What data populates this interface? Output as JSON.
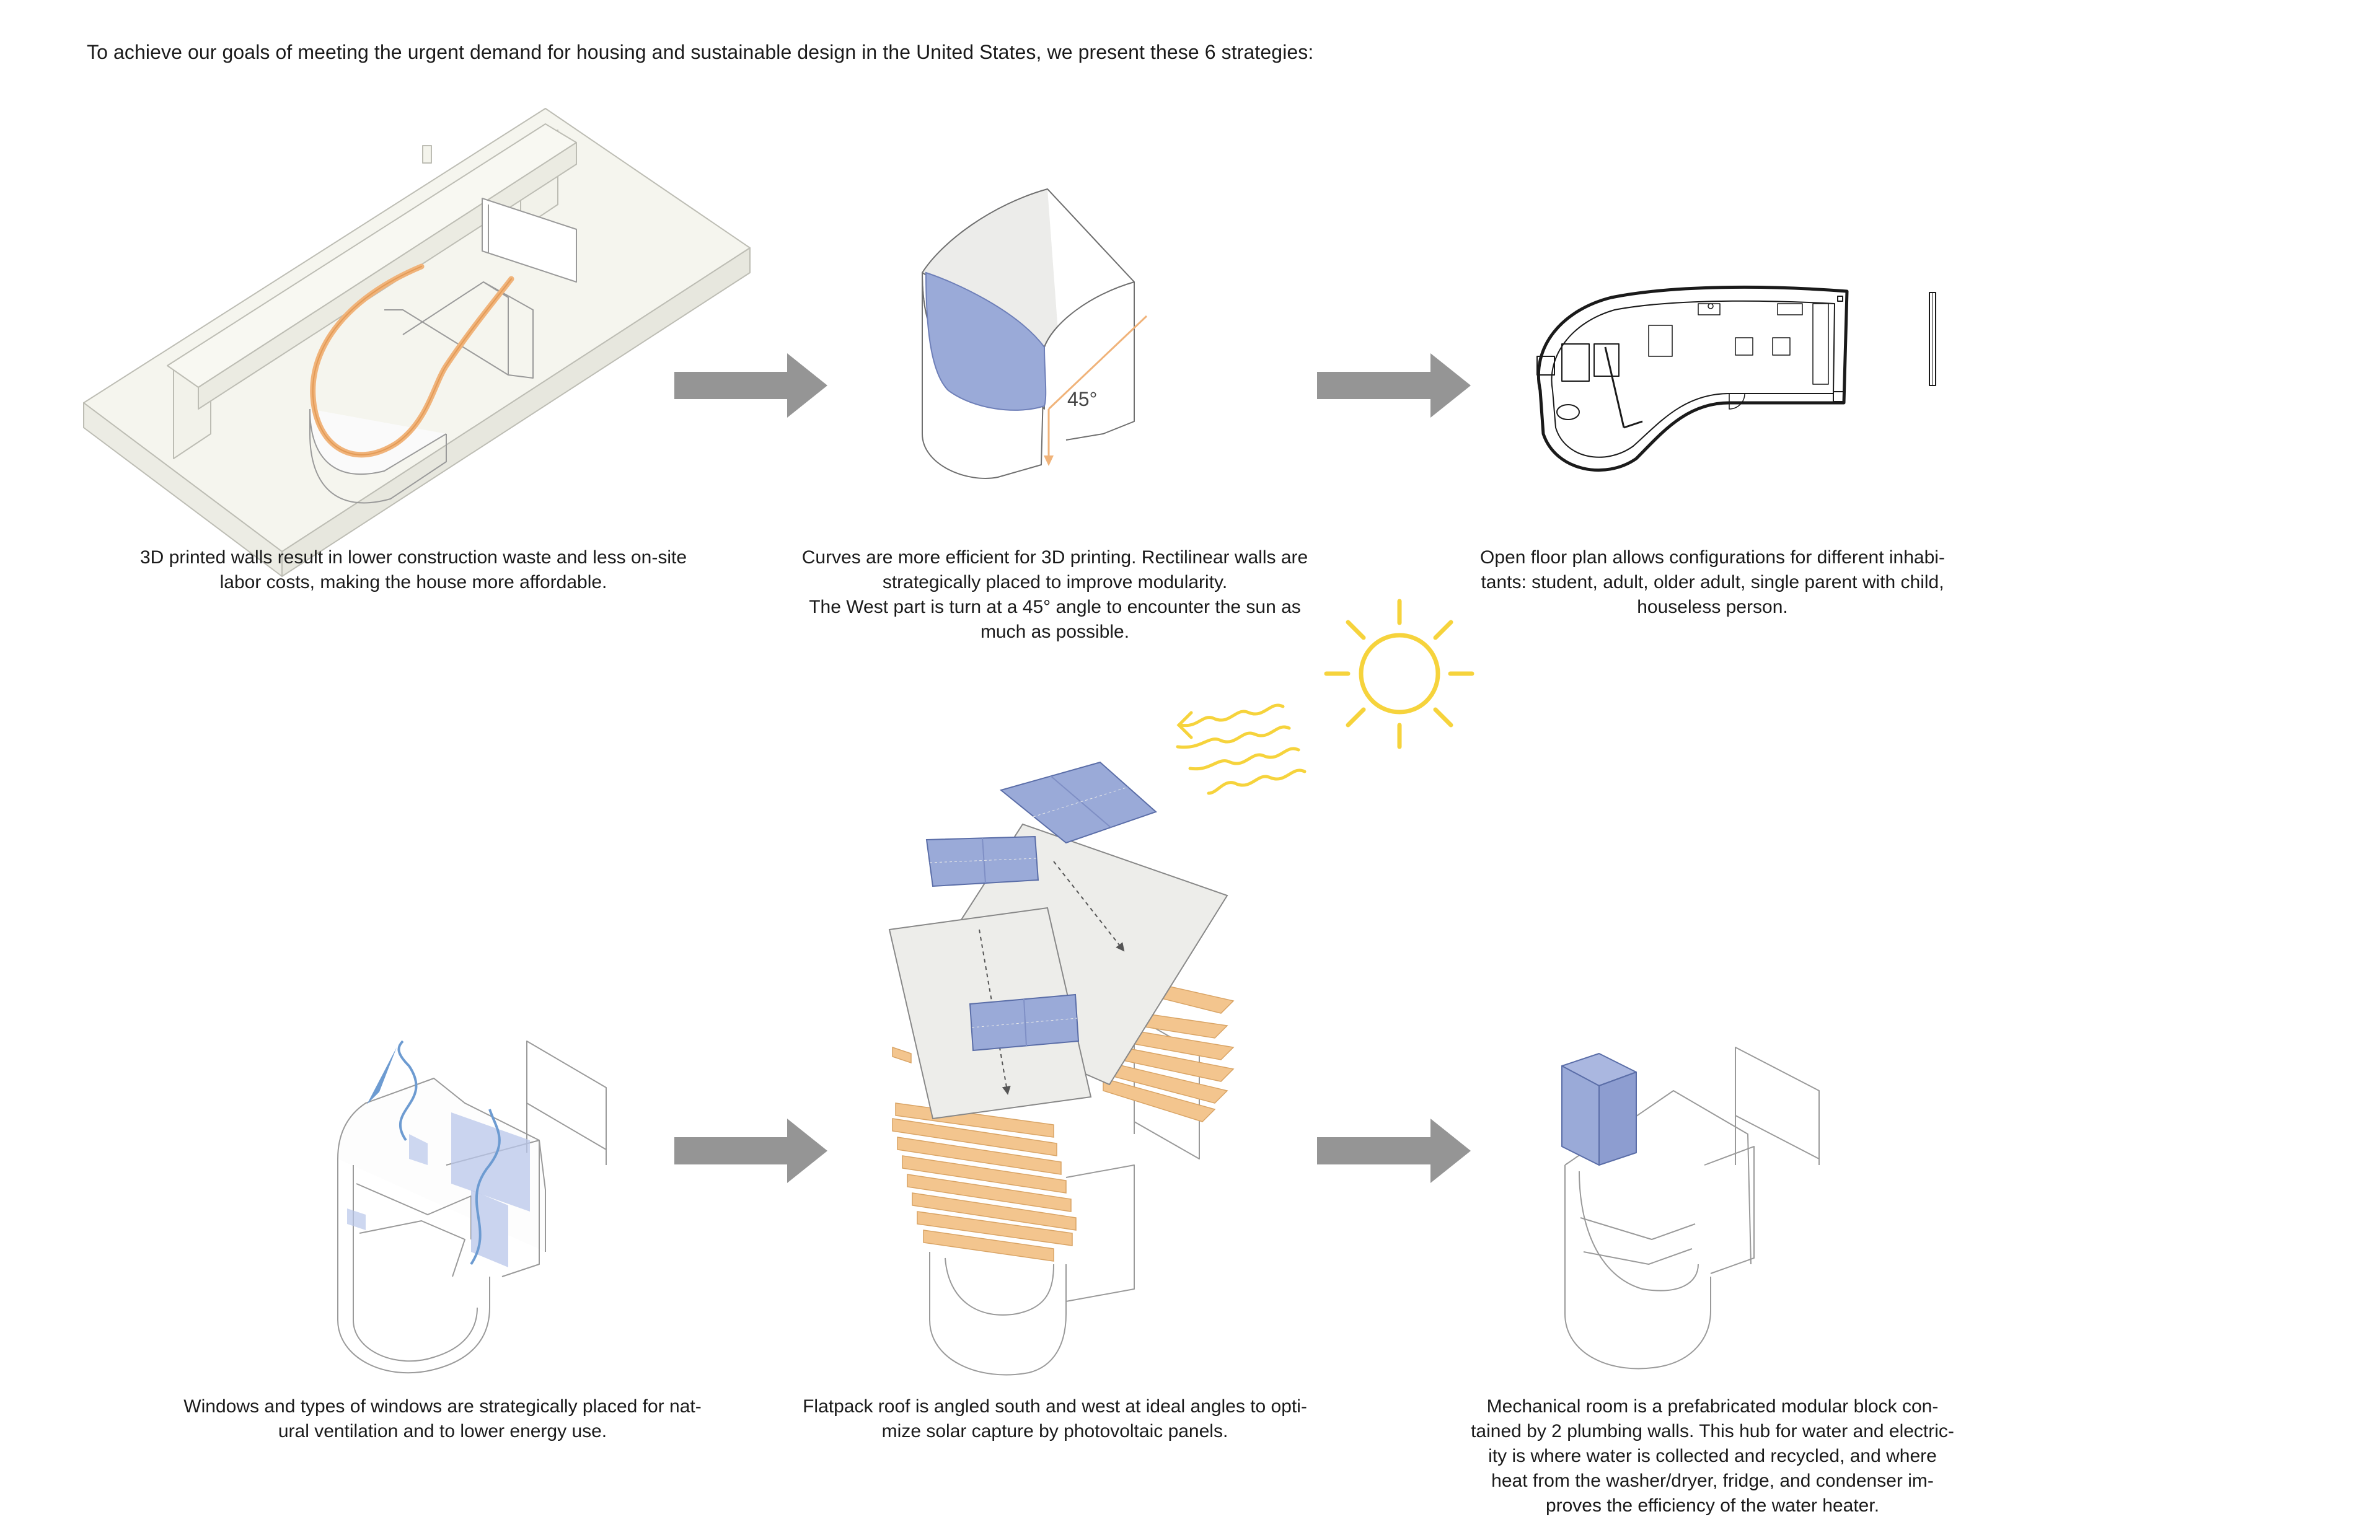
{
  "intro": "To achieve our goals of meeting the urgent demand for housing and sustainable design in the United States, we present these 6 strategies:",
  "strategies": [
    {
      "caption": "3D printed walls result in lower construction waste and less on-site\nlabor costs, making the house more affordable."
    },
    {
      "caption": "Curves are more efficient for 3D printing. Rectilinear walls are\nstrategically placed to improve modularity.\nThe West part is turn at a 45° angle to encounter the sun as\nmuch as possible.",
      "angle_label": "45°"
    },
    {
      "caption": "Open floor plan allows configurations for different inhabi-\ntants: student, adult, older adult, single parent with child,\nhouseless person."
    },
    {
      "caption": "Windows and types of windows are strategically placed for nat-\nural ventilation and to lower energy use."
    },
    {
      "caption": "Flatpack roof is angled south and west at ideal angles to opti-\nmize solar capture by photovoltaic panels."
    },
    {
      "caption": "Mechanical room is a prefabricated modular block con-\ntained by 2 plumbing walls. This hub for water and electric-\nity is where water is collected and recycled, and where\nheat from the washer/dryer, fridge, and condenser im-\nproves the efficiency of the water heater."
    }
  ],
  "colors": {
    "arrow": "#959595",
    "line": "#2b2b2b",
    "ghost": "#c9c9c9",
    "panel_blue": "#9aaad8",
    "timber_orange": "#f3c58e",
    "sun_yellow": "#f6d33c",
    "gantry": "#f3f3ec",
    "slab": "#ededea"
  },
  "icons": [
    "right-arrow-icon",
    "sun-icon",
    "sun-ray-icon"
  ]
}
